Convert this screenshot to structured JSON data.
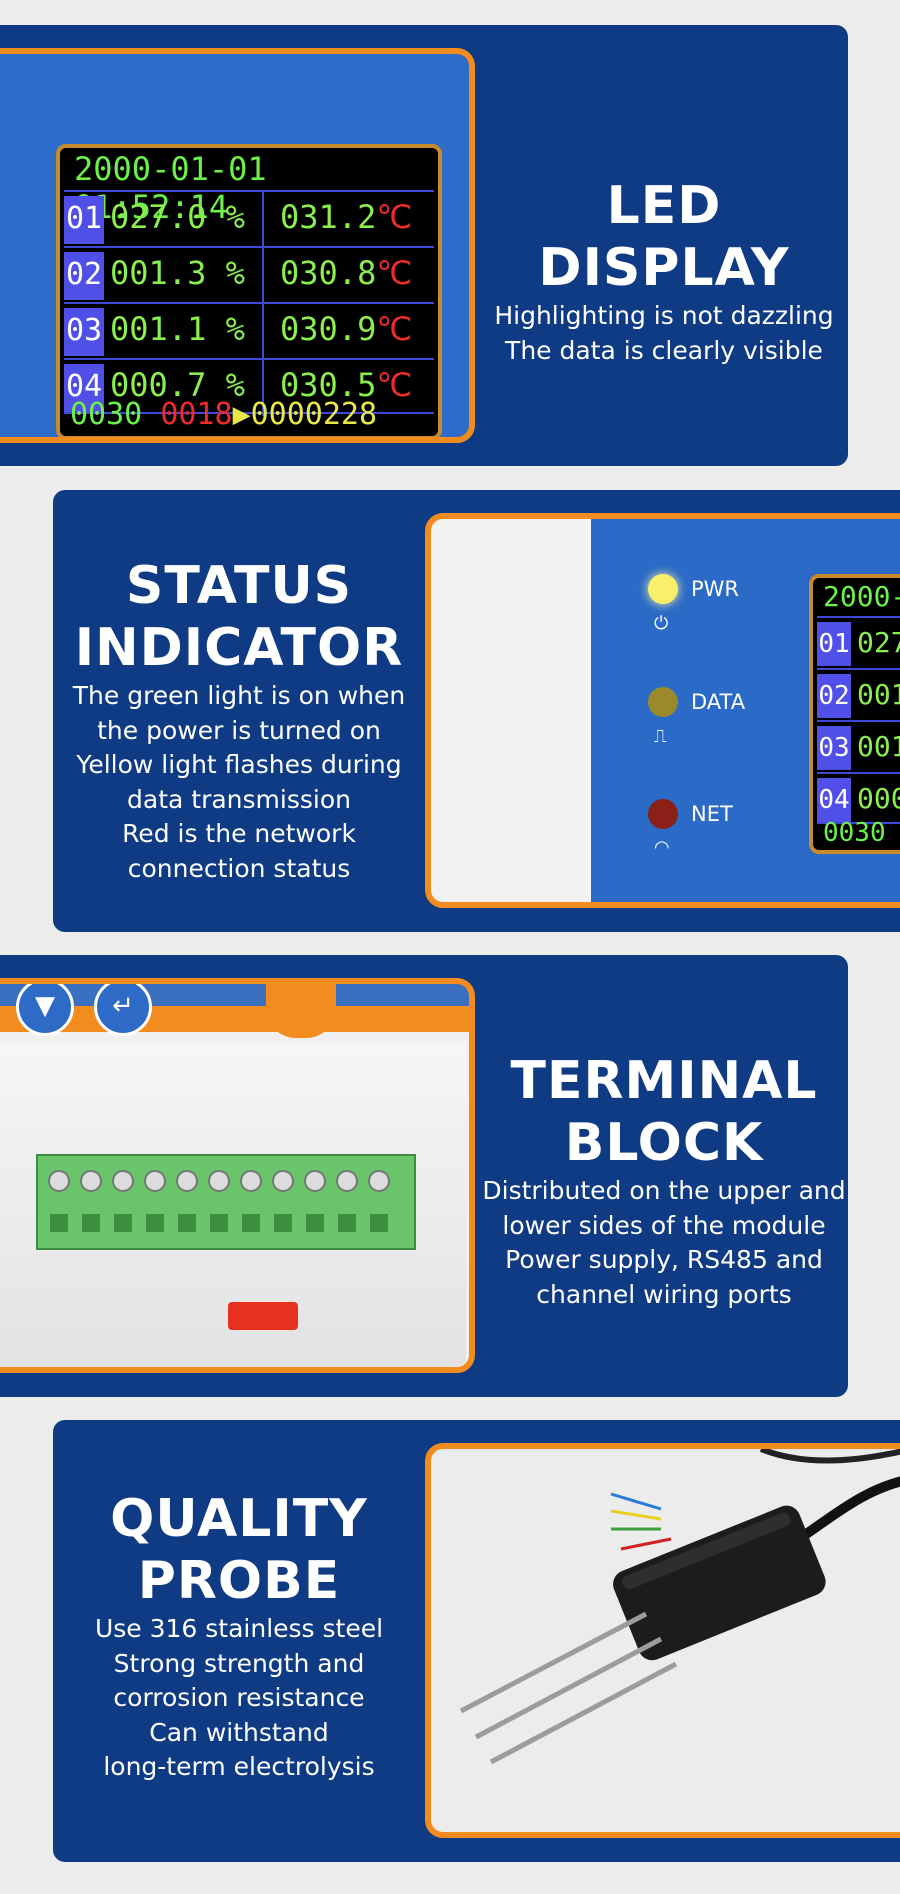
{
  "sections": [
    {
      "heading": [
        "LED DISPLAY"
      ],
      "lines": [
        "Highlighting is not dazzling",
        "The data is clearly visible"
      ]
    },
    {
      "heading": [
        "STATUS",
        "INDICATOR"
      ],
      "lines": [
        "The green light is on when",
        "the power is turned on",
        "Yellow light flashes during",
        "data transmission",
        "Red is the network",
        "connection status"
      ]
    },
    {
      "heading": [
        "TERMINAL",
        "BLOCK"
      ],
      "lines": [
        "Distributed on the upper and",
        "lower sides of the module",
        "Power supply, RS485 and",
        "channel wiring ports"
      ]
    },
    {
      "heading": [
        "QUALITY",
        "PROBE"
      ],
      "lines": [
        "Use 316 stainless steel",
        "Strong strength and",
        "corrosion resistance",
        "Can withstand",
        "long-term electrolysis"
      ]
    }
  ],
  "screen": {
    "datetime": "2000-01-01 01:52:14",
    "rows": [
      {
        "ch": "01",
        "hum": "027.0 %",
        "temp": "031.2",
        "unit": "℃"
      },
      {
        "ch": "02",
        "hum": "001.3 %",
        "temp": "030.8",
        "unit": "℃"
      },
      {
        "ch": "03",
        "hum": "001.1 %",
        "temp": "030.9",
        "unit": "℃"
      },
      {
        "ch": "04",
        "hum": "000.7 %",
        "temp": "030.5",
        "unit": "℃"
      }
    ],
    "footer": {
      "a": "0030",
      "b": "0018",
      "arrow": "▶",
      "c": "0000228"
    }
  },
  "status_photo": {
    "leds": [
      {
        "label": "PWR",
        "color": "#f8f06a",
        "symbol": "⏻"
      },
      {
        "label": "DATA",
        "color": "#9a8a2a",
        "symbol": "⎍"
      },
      {
        "label": "NET",
        "color": "#8a2018",
        "symbol": "◠"
      }
    ],
    "mini_date": "2000-",
    "mini_rows": [
      {
        "ch": "01",
        "v": "027"
      },
      {
        "ch": "02",
        "v": "001"
      },
      {
        "ch": "03",
        "v": "001"
      },
      {
        "ch": "04",
        "v": "000"
      }
    ],
    "mini_footer": "0030"
  },
  "terminal_photo": {
    "buttons": [
      "▼",
      "↵"
    ]
  },
  "colors": {
    "panel_blue": "#0f3a84",
    "frame_orange": "#f28c1e",
    "led_green": "#6cf04a",
    "led_red": "#f02a2a"
  }
}
